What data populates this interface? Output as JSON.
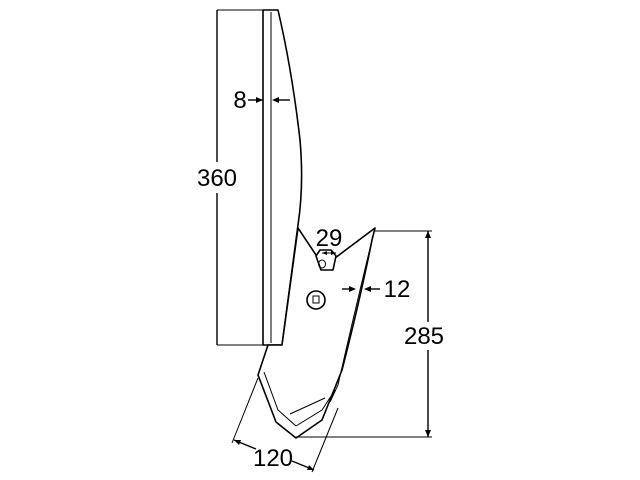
{
  "drawing": {
    "dimensions": {
      "height_shank": "360",
      "thickness_shank": "8",
      "bolt_spacing": "29",
      "thickness_blade": "12",
      "height_blade": "285",
      "width_blade": "120"
    }
  }
}
